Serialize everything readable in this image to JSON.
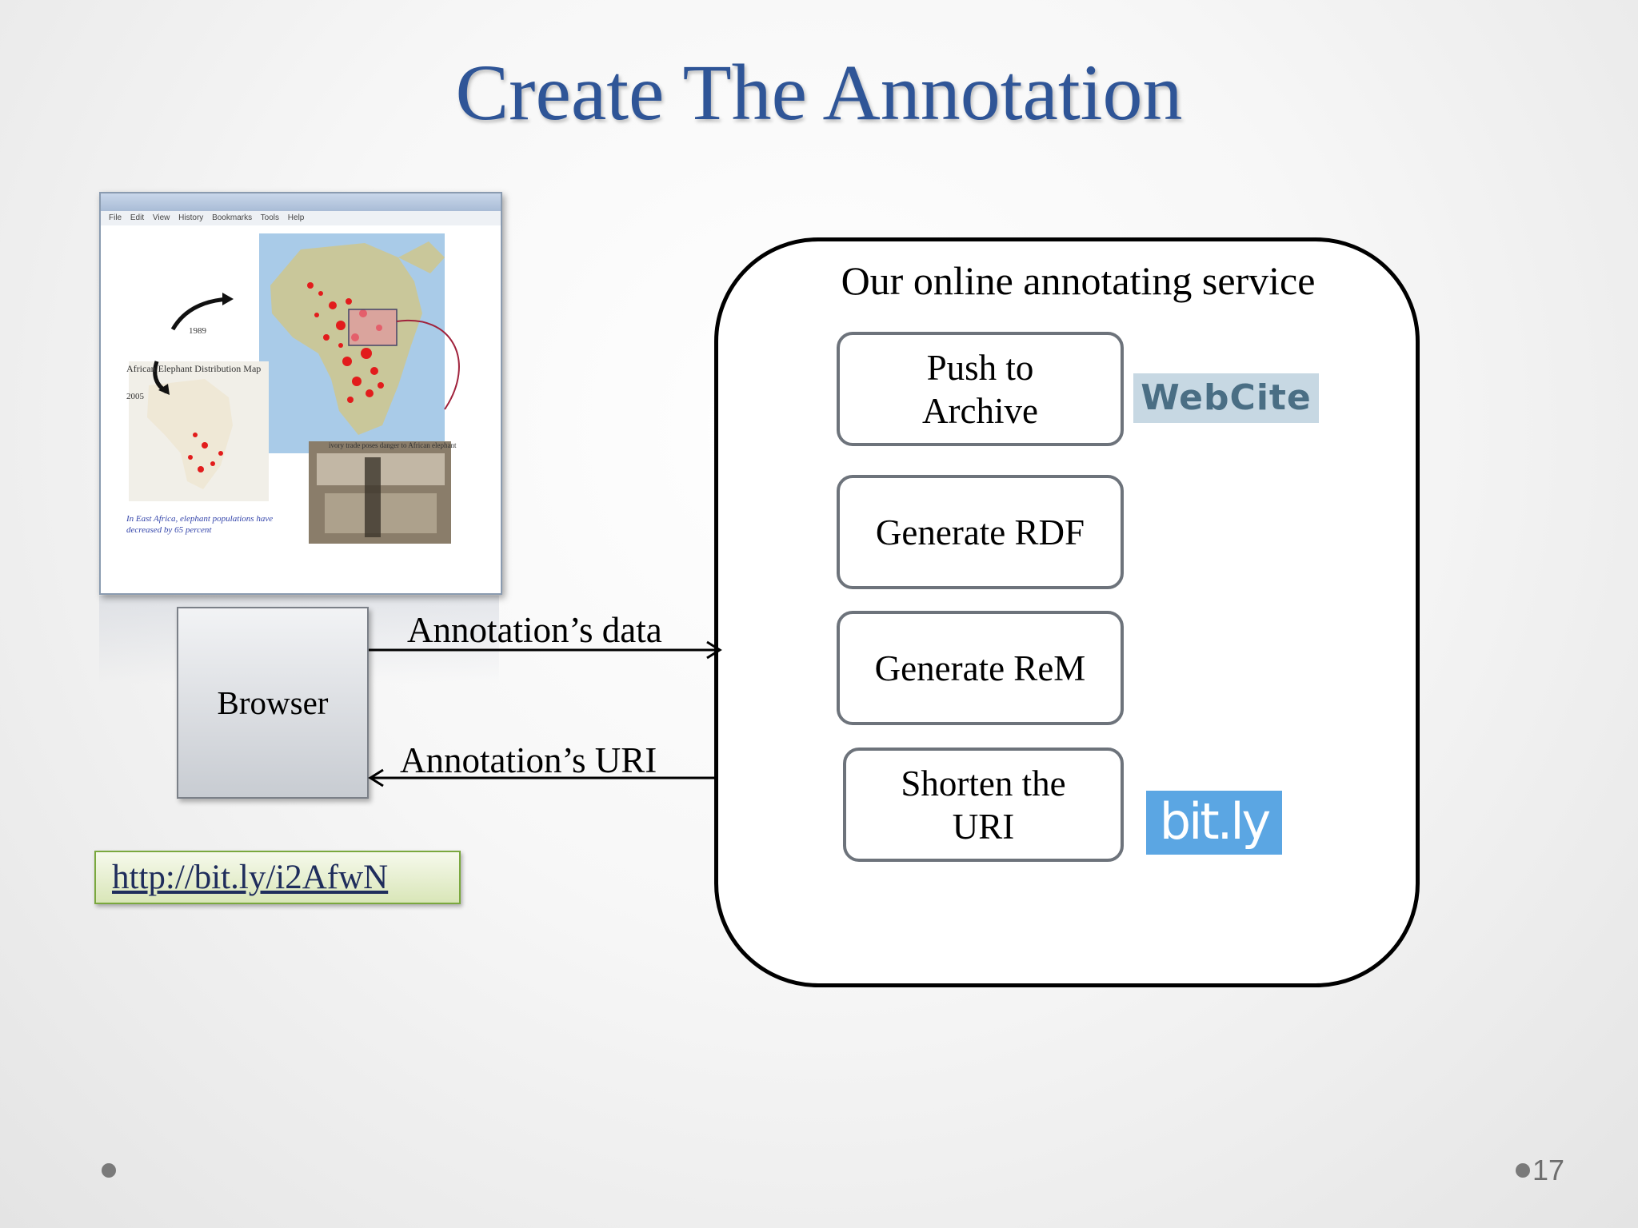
{
  "slide": {
    "title": "Create The Annotation",
    "page_number": "17"
  },
  "screenshot": {
    "map_caption": "African Elephant Distribution Map",
    "year_1989": "1989",
    "year_2005": "2005",
    "ivory_caption": "ivory trade poses danger to African elephant",
    "population_note": "In East Africa, elephant populations have decreased by 65 percent",
    "menu": "File Edit View History Bookmarks Tools Help"
  },
  "service": {
    "title": "Our online annotating service",
    "steps": [
      {
        "label": "Push to\nArchive"
      },
      {
        "label": "Generate RDF"
      },
      {
        "label": "Generate ReM"
      },
      {
        "label": "Shorten the\nURI"
      }
    ],
    "logos": {
      "webcite": "WebCite",
      "bitly": "bit.ly"
    }
  },
  "browser": {
    "label": "Browser"
  },
  "arrows": {
    "data_label": "Annotation’s data",
    "uri_label": "Annotation’s URI"
  },
  "short_url": "http://bit.ly/i2AfwN",
  "colors": {
    "title": "#2f5597",
    "step_border": "#6d737b",
    "url_border": "#7aa83e",
    "bitly_bg": "#5ba6e3",
    "webcite_bg": "#c7d8e3"
  }
}
